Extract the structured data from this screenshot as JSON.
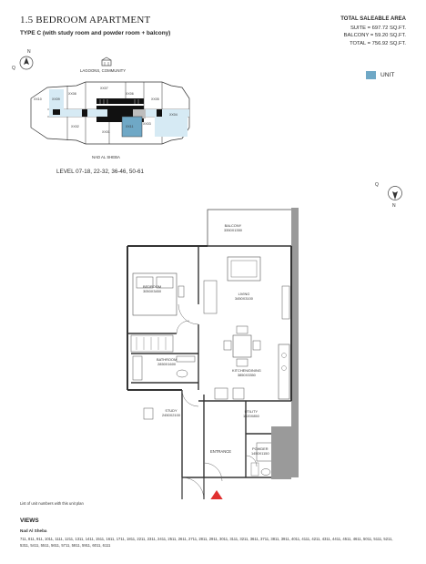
{
  "header": {
    "title": "1.5 BEDROOM APARTMENT",
    "subtitle": "TYPE C (with study room and powder room + balcony)"
  },
  "saleable_area": {
    "heading": "TOTAL SALEABLE AREA",
    "suite": "SUITE = 697.72 SQ.FT.",
    "balcony": "BALCONY = 59.20 SQ.FT.",
    "total": "TOTAL = 756.92 SQ.FT."
  },
  "legend": {
    "label": "UNIT",
    "color": "#6fa8c6"
  },
  "key_plan": {
    "top_label": "LAGOONS, COMMUNITY",
    "bottom_label": "NAD AL SHEBA",
    "units": [
      "XX08",
      "XX07",
      "XX06",
      "XX09",
      "XX05",
      "XX10",
      "XX04",
      "XX03",
      "XX02",
      "XX01",
      "XX11"
    ],
    "highlight_unit": "XX11",
    "level_text": "LEVEL 07-18, 22-32, 36-46, 50-61",
    "compass_letter": "N"
  },
  "compass_right": {
    "letter": "N"
  },
  "rooms": {
    "balcony": {
      "name": "BALCONY",
      "dims": "3350X1350"
    },
    "bedroom": {
      "name": "BEDROOM",
      "dims": "3050X3450"
    },
    "living": {
      "name": "LIVING",
      "dims": "3450X3100"
    },
    "bathroom": {
      "name": "BATHROOM",
      "dims": "2850X1600"
    },
    "kitchen": {
      "name": "KITCHEN/DINING",
      "dims": "3850X3350"
    },
    "utility": {
      "name": "UTILITY",
      "dims": "1020X850"
    },
    "study": {
      "name": "STUDY",
      "dims": "2450X2100"
    },
    "powder": {
      "name": "POWDER",
      "dims": "1450X1150"
    },
    "entrance": {
      "name": "ENTRANCE"
    }
  },
  "footer": {
    "list_note": "List of unit numbers with this unit plan",
    "views_heading": "VIEWS",
    "views_location": "Nad Al Sheba",
    "views_units": "711, 811, 911, 1011, 1111, 1211, 1311, 1411, 1511, 1611, 1711, 1811, 2211, 2311, 2411, 2511, 2611, 2711, 2811, 2911, 3011, 3111, 3211, 3611, 3711, 3811, 3911, 4011, 4111, 4211, 4311, 4411, 4511, 4611, 5011, 5111, 5211, 5311, 5411, 5511, 5611, 5711, 5811, 5911, 6011, 6111"
  }
}
